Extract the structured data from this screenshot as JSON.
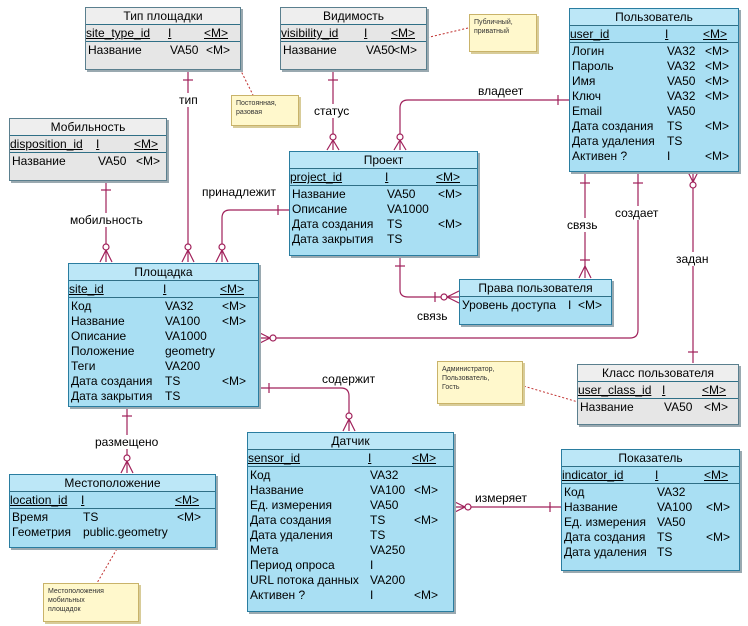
{
  "colors": {
    "edge": "#a0205a",
    "note_edge": "#c0302f"
  },
  "entities": {
    "site_type": {
      "title": "Тип площадки",
      "rows": [
        [
          "site_type_id",
          "I",
          "<M>"
        ],
        [
          "Название",
          "VA50",
          "<M>"
        ]
      ]
    },
    "visibility": {
      "title": "Видимость",
      "rows": [
        [
          "visibility_id",
          "I",
          "<M>"
        ],
        [
          "Название",
          "VA50",
          "<M>"
        ]
      ]
    },
    "user": {
      "title": "Пользователь",
      "rows": [
        [
          "user_id",
          "I",
          "<M>"
        ],
        [
          "Логин",
          "VA32",
          "<M>"
        ],
        [
          "Пароль",
          "VA32",
          "<M>"
        ],
        [
          "Имя",
          "VA50",
          "<M>"
        ],
        [
          "Ключ",
          "VA32",
          "<M>"
        ],
        [
          "Email",
          "VA50",
          ""
        ],
        [
          "Дата создания",
          "TS",
          "<M>"
        ],
        [
          "Дата удаления",
          "TS",
          ""
        ],
        [
          "Активен ?",
          "I",
          "<M>"
        ]
      ]
    },
    "disposition": {
      "title": "Мобильность",
      "rows": [
        [
          "disposition_id",
          "I",
          "<M>"
        ],
        [
          "Название",
          "VA50",
          "<M>"
        ]
      ]
    },
    "project": {
      "title": "Проект",
      "rows": [
        [
          "project_id",
          "I",
          "<M>"
        ],
        [
          "Название",
          "VA50",
          "<M>"
        ],
        [
          "Описание",
          "VA1000",
          ""
        ],
        [
          "Дата создания",
          "TS",
          "<M>"
        ],
        [
          "Дата закрытия",
          "TS",
          ""
        ]
      ]
    },
    "user_rights": {
      "title": "Права пользователя",
      "rows": [
        [
          "Уровень доступа",
          "I",
          "<M>"
        ]
      ]
    },
    "site": {
      "title": "Площадка",
      "rows": [
        [
          "site_id",
          "I",
          "<M>"
        ],
        [
          "Код",
          "VA32",
          "<M>"
        ],
        [
          "Название",
          "VA100",
          "<M>"
        ],
        [
          "Описание",
          "VA1000",
          ""
        ],
        [
          "Положение",
          "geometry",
          ""
        ],
        [
          "Теги",
          "VA200",
          ""
        ],
        [
          "Дата создания",
          "TS",
          "<M>"
        ],
        [
          "Дата закрытия",
          "TS",
          ""
        ]
      ]
    },
    "user_class": {
      "title": "Класс пользователя",
      "rows": [
        [
          "user_class_id",
          "I",
          "<M>"
        ],
        [
          "Название",
          "VA50",
          "<M>"
        ]
      ]
    },
    "location": {
      "title": "Местоположение",
      "rows": [
        [
          "location_id",
          "I",
          "<M>"
        ],
        [
          "Время",
          "TS",
          "<M>"
        ],
        [
          "Геометрия",
          "public.geometry",
          ""
        ]
      ]
    },
    "sensor": {
      "title": "Датчик",
      "rows": [
        [
          "sensor_id",
          "I",
          "<M>"
        ],
        [
          "Код",
          "VA32",
          ""
        ],
        [
          "Название",
          "VA100",
          "<M>"
        ],
        [
          "Ед. измерения",
          "VA50",
          ""
        ],
        [
          "Дата создания",
          "TS",
          "<M>"
        ],
        [
          "Дата удаления",
          "TS",
          ""
        ],
        [
          "Мета",
          "VA250",
          ""
        ],
        [
          "Период опроса",
          "I",
          ""
        ],
        [
          "URL потока данных",
          "VA200",
          ""
        ],
        [
          "Активен ?",
          "I",
          "<M>"
        ]
      ]
    },
    "indicator": {
      "title": "Показатель",
      "rows": [
        [
          "indicator_id",
          "I",
          "<M>"
        ],
        [
          "Код",
          "VA32",
          ""
        ],
        [
          "Название",
          "VA100",
          "<M>"
        ],
        [
          "Ед. измерения",
          "VA50",
          ""
        ],
        [
          "Дата создания",
          "TS",
          "<M>"
        ],
        [
          "Дата удаления",
          "TS",
          ""
        ]
      ]
    }
  },
  "relations": {
    "tip": "тип",
    "status": "статус",
    "owns": "владеет",
    "belongs": "принадлежит",
    "mobility": "мобильность",
    "link1": "связь",
    "creates": "создает",
    "link2": "связь",
    "assigned": "задан",
    "contains": "содержит",
    "placed": "размещено",
    "measures": "измеряет"
  },
  "notes": {
    "visibility": "Публичный,\nприватный",
    "site_type": "Постоянная,\nразовая",
    "user_class": "Администратор,\nПользователь,\nГость",
    "location": "Местоположения\nмобильных\nплощадок"
  }
}
